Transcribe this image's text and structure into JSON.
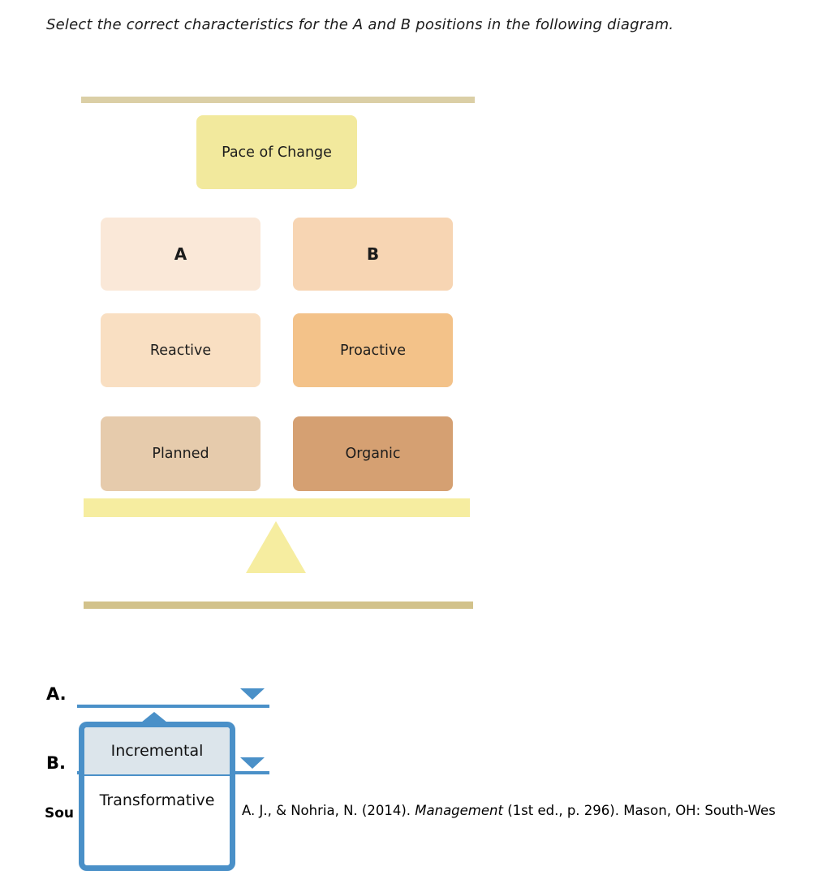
{
  "page": {
    "instruction": "Select the correct characteristics for the A and B positions in the following diagram."
  },
  "diagram": {
    "top_bar_color": "#DBCFA6",
    "bottom_bar_color": "#D2C28B",
    "beam_color": "#F6EDA0",
    "fulcrum_color": "#F6EDA0",
    "title_box": {
      "label": "Pace of Change",
      "bg": "#F2E99D"
    },
    "boxes": [
      {
        "id": "a",
        "label": "A",
        "bg": "#FAE8D8"
      },
      {
        "id": "b",
        "label": "B",
        "bg": "#F7D5B3"
      },
      {
        "id": "reactive",
        "label": "Reactive",
        "bg": "#F9DFC2"
      },
      {
        "id": "proactive",
        "label": "Proactive",
        "bg": "#F3C289"
      },
      {
        "id": "planned",
        "label": "Planned",
        "bg": "#E6CBAC"
      },
      {
        "id": "organic",
        "label": "Organic",
        "bg": "#D5A072"
      }
    ]
  },
  "answers": {
    "accent_color": "#4A90C8",
    "a_label": "A.",
    "b_label": "B.",
    "dropdown": {
      "options": [
        {
          "label": "Incremental",
          "highlighted": true,
          "bg": "#DCE5EB"
        },
        {
          "label": "Transformative",
          "highlighted": false,
          "bg": "#FFFFFF"
        }
      ]
    }
  },
  "source": {
    "label_partial": "Sou",
    "citation_pre": "A. J., & Nohria, N. (2014). ",
    "citation_italic": "Management",
    "citation_post": " (1st ed., p. 296). Mason, OH: South-Wes"
  }
}
